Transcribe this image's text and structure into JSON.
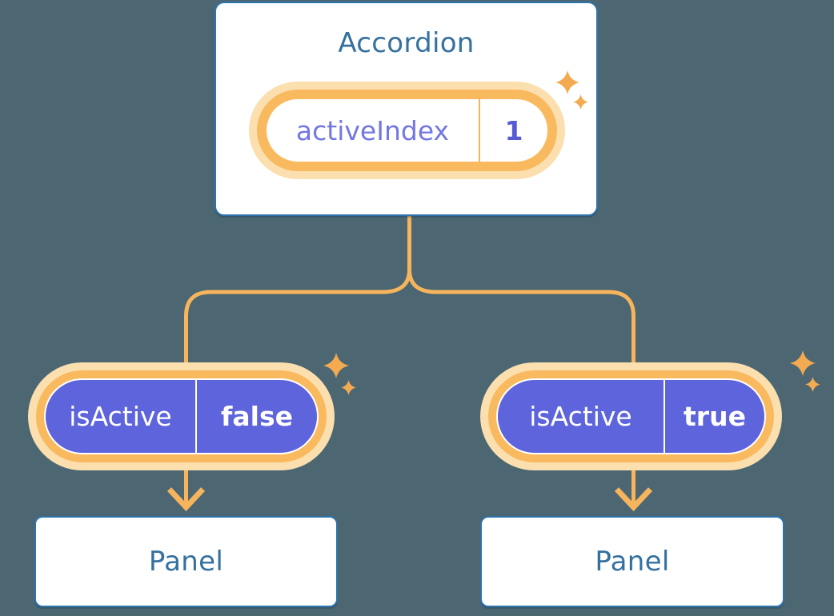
{
  "canvas": {
    "background": "#4C6672"
  },
  "palette": {
    "card_border": "#2E74AC",
    "card_text": "#35719F",
    "pill_ring_orange": "#F9BA5F",
    "pill_halo": "#FBDFAF",
    "connector_orange": "#F6B45C",
    "sparkle_orange": "#F3AA50",
    "prop_pill_fill": "#5D64DC",
    "state_label_color": "#7377E1",
    "state_value_color": "#575CD5",
    "prop_text_color": "#FFFFFF"
  },
  "icons": {
    "sparkle": "sparkle-icon",
    "arrow": "arrow-down-icon"
  },
  "diagram": {
    "root": {
      "title": "Accordion",
      "state_pill": {
        "label": "activeIndex",
        "value": "1"
      }
    },
    "branches": [
      {
        "prop_pill": {
          "label": "isActive",
          "value": "false"
        },
        "child": {
          "title": "Panel"
        }
      },
      {
        "prop_pill": {
          "label": "isActive",
          "value": "true"
        },
        "child": {
          "title": "Panel"
        }
      }
    ]
  }
}
